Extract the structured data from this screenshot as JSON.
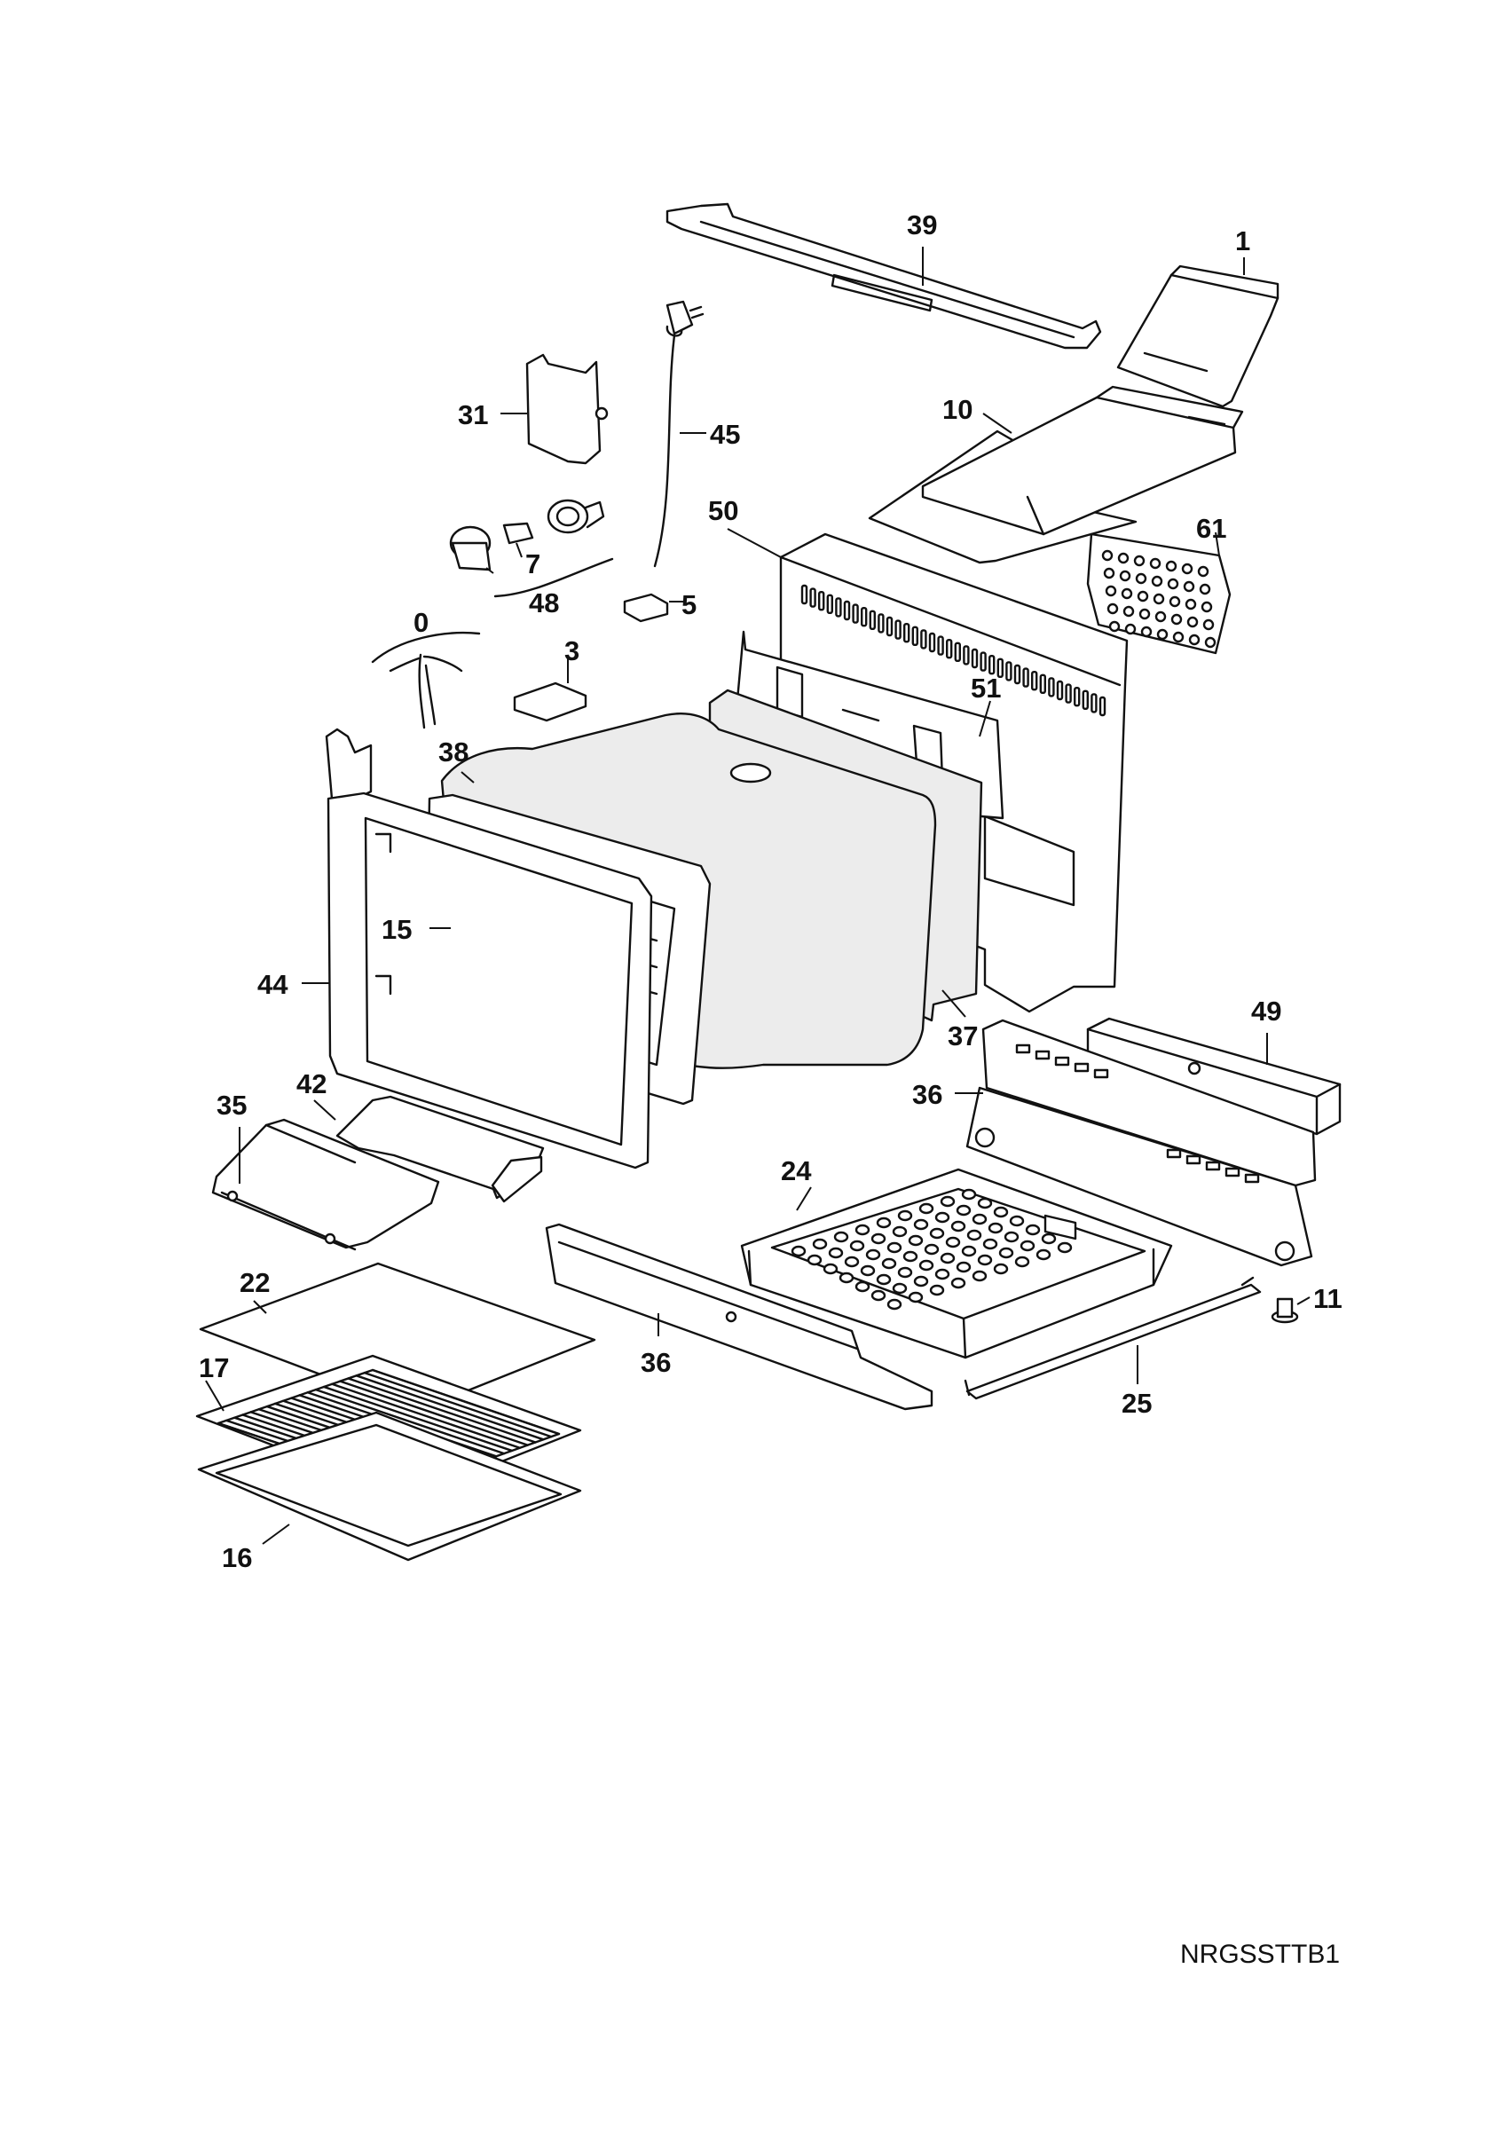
{
  "diagram": {
    "drawing_code": "NRGSSTTB1",
    "callouts": [
      {
        "id": "39",
        "label": "39"
      },
      {
        "id": "1",
        "label": "1"
      },
      {
        "id": "31",
        "label": "31"
      },
      {
        "id": "45",
        "label": "45"
      },
      {
        "id": "10",
        "label": "10"
      },
      {
        "id": "50",
        "label": "50"
      },
      {
        "id": "61",
        "label": "61"
      },
      {
        "id": "7",
        "label": "7"
      },
      {
        "id": "48",
        "label": "48"
      },
      {
        "id": "5",
        "label": "5"
      },
      {
        "id": "0",
        "label": "0"
      },
      {
        "id": "3",
        "label": "3"
      },
      {
        "id": "51",
        "label": "51"
      },
      {
        "id": "38",
        "label": "38"
      },
      {
        "id": "15",
        "label": "15"
      },
      {
        "id": "44",
        "label": "44"
      },
      {
        "id": "37",
        "label": "37"
      },
      {
        "id": "49",
        "label": "49"
      },
      {
        "id": "35",
        "label": "35"
      },
      {
        "id": "42",
        "label": "42"
      },
      {
        "id": "36a",
        "label": "36"
      },
      {
        "id": "24",
        "label": "24"
      },
      {
        "id": "22",
        "label": "22"
      },
      {
        "id": "11",
        "label": "11"
      },
      {
        "id": "17",
        "label": "17"
      },
      {
        "id": "36b",
        "label": "36"
      },
      {
        "id": "25",
        "label": "25"
      },
      {
        "id": "16",
        "label": "16"
      }
    ]
  }
}
